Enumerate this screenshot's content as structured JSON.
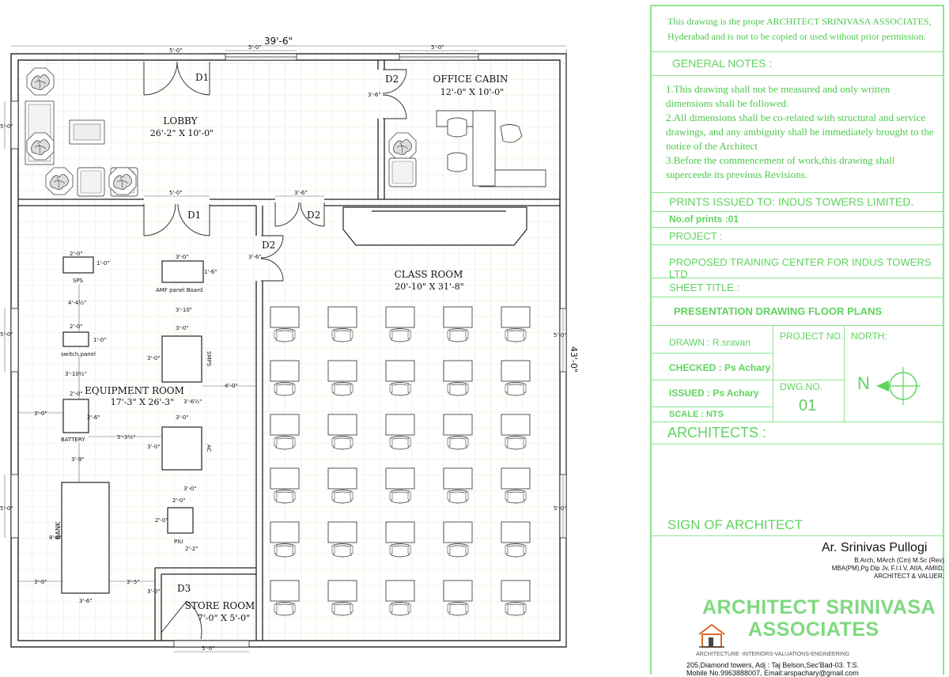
{
  "plan": {
    "overall_width": "39'-6\"",
    "overall_height": "43'-0\"",
    "rooms": {
      "lobby": {
        "name": "LOBBY",
        "size": "26'-2\" X 10'-0\""
      },
      "office": {
        "name": "OFFICE CABIN",
        "size": "12'-0\" X 10'-0\""
      },
      "classroom": {
        "name": "CLASS ROOM",
        "size": "20'-10\" X 31'-8\""
      },
      "equipment": {
        "name": "EQUIPMENT ROOM",
        "size": "17'-3\" X 26'-3\""
      },
      "store": {
        "name": "STORE ROOM",
        "size": "7'-0\" X 5'-0\""
      }
    },
    "doors": {
      "d1": "D1",
      "d2": "D2",
      "d3": "D3"
    },
    "equipment_labels": {
      "sps": "SPS",
      "amf": "AMF panel Board",
      "switch": "switch panel",
      "smps": "SMPS",
      "battery": "BATTERY",
      "ac": "AC",
      "piu": "PIU",
      "bank": "BANK"
    },
    "dims": {
      "d5_0": "5'-0\"",
      "d3_6": "3'-6\"",
      "d2_0": "2'-0\"",
      "d1_0": "1'-0\"",
      "d3_0": "3'-0\"",
      "d1_6": "1'-6\"",
      "d4_4h": "4'-4½\"",
      "d3_10": "3'-10\"",
      "d3_10h": "3'-10½\"",
      "d4_0": "4'-0\"",
      "d3_6h": "3'-6½\"",
      "d2_6": "2'-6\"",
      "d5_3h": "5'-3½\"",
      "d3_9": "3'-9\"",
      "d8_0": "8'-0\"",
      "d2_2": "2'-2\"",
      "d3_5": "3'-5\""
    }
  },
  "titleblock": {
    "copyright_1": "This drawing is the prope ARCHITECT SRINIVASA ASSOCIATES,",
    "copyright_2": "Hyderabad and is not to be copied or used without prior permission.",
    "general_notes_heading": "GENERAL NOTES :",
    "notes": [
      "1.This drawing shall not be measured and only written dimensions shall be followed.",
      "2.All dimensions shall be co-related with structural and service drawings, and any ambiguity shall be immediately brought to the notice of the Architect",
      "3.Before the commencement of work,this drawing shall superceede its previous Revisions."
    ],
    "prints_issued_to": "PRINTS ISSUED TO:  INDUS TOWERS LIMITED.",
    "no_of_prints": "No.of prints :01",
    "project_label": "PROJECT :",
    "project_value": "PROPOSED TRAINING CENTER FOR INDUS TOWERS LTD",
    "sheet_title_label": "SHEET TITLE :",
    "sheet_title_value": "PRESENTATION DRAWING FLOOR PLANS",
    "drawn": "DRAWN :  R.sravan",
    "checked": "CHECKED : Ps Achary",
    "issued": "ISSUED : Ps Achary",
    "scale": "SCALE : NTS",
    "project_no_label": "PROJECT NO.",
    "north_label": "NORTH:",
    "north_letter": "N",
    "dwg_no_label": "DWG.NO.",
    "dwg_no_value": "01",
    "architects_label": "ARCHITECTS :",
    "sign_label": "SIGN OF ARCHITECT",
    "architect_name": "Ar. Srinivas Pullogi",
    "quals_1": "B.Arch, MArch (Cm) M.Sc (Rev)",
    "quals_2": "MBA(PM),Pg Dip Jv, F.I.I.V, AIIA, AMIID,",
    "quals_3": "ARCHITECT & VALUER.",
    "firm_1": "ARCHITECT SRINIVASA",
    "firm_2": "ASSOCIATES",
    "tagline": "ARCHITECTURE -INTERIORS-VALUATIONS-ENGINEERING",
    "address": "205,Diamond towers, Adj : Taj Belson,Sec'Bad-03. T.S.",
    "mobile": "Mobile No.9963888007, Email:arspachary@gmail.com"
  }
}
